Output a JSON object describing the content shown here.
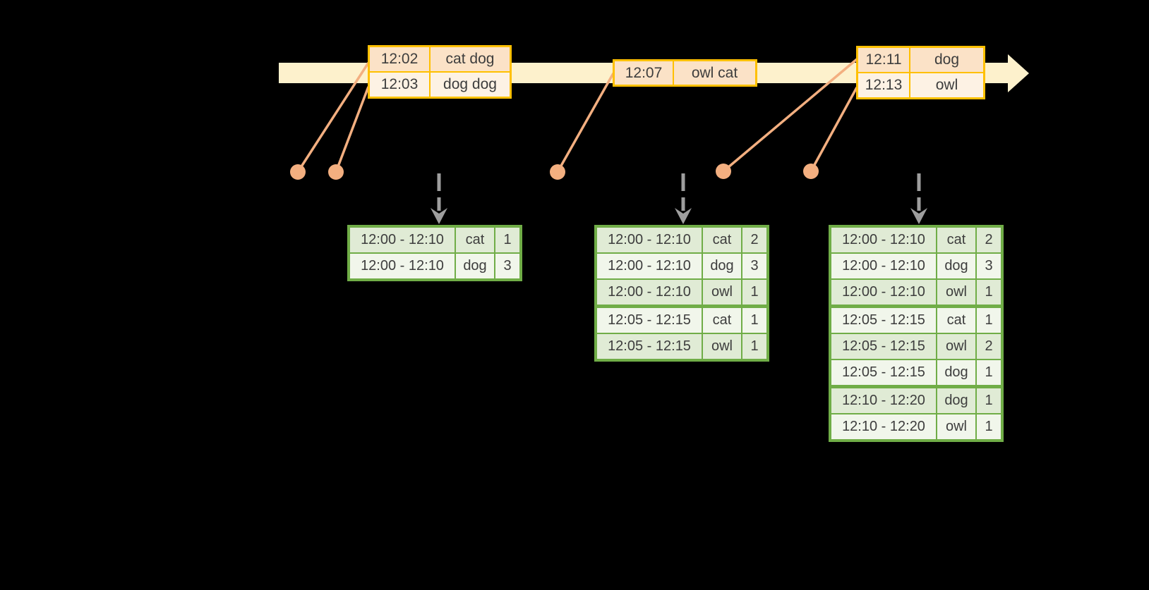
{
  "colors": {
    "background": "#000000",
    "timeline_fill": "#FDF1CC",
    "event_border": "#FFC000",
    "event_row_dark": "#FBE2C7",
    "event_row_light": "#FDF2E4",
    "result_border": "#70AD47",
    "result_row_dark": "#E0EBD5",
    "result_row_light": "#F1F6EB",
    "connector": "#F3AF80",
    "trigger_arrow": "#9E9E9E",
    "text": "#3D3D3D"
  },
  "icons": {
    "timeline": "right-arrow-icon",
    "event_marker": "dot-icon",
    "trigger": "dashed-down-arrow-icon"
  },
  "event_tables": [
    {
      "rows": [
        {
          "time": "12:02",
          "words": "cat dog"
        },
        {
          "time": "12:03",
          "words": "dog dog"
        }
      ]
    },
    {
      "rows": [
        {
          "time": "12:07",
          "words": "owl cat"
        }
      ]
    },
    {
      "rows": [
        {
          "time": "12:11",
          "words": "dog"
        },
        {
          "time": "12:13",
          "words": "owl"
        }
      ]
    }
  ],
  "result_tables": [
    {
      "rows": [
        {
          "window": "12:00 - 12:10",
          "word": "cat",
          "count": "1"
        },
        {
          "window": "12:00 - 12:10",
          "word": "dog",
          "count": "3"
        }
      ]
    },
    {
      "rows": [
        {
          "window": "12:00 - 12:10",
          "word": "cat",
          "count": "2"
        },
        {
          "window": "12:00 - 12:10",
          "word": "dog",
          "count": "3"
        },
        {
          "window": "12:00 - 12:10",
          "word": "owl",
          "count": "1"
        },
        {
          "window": "12:05 - 12:15",
          "word": "cat",
          "count": "1"
        },
        {
          "window": "12:05 - 12:15",
          "word": "owl",
          "count": "1"
        }
      ]
    },
    {
      "rows": [
        {
          "window": "12:00 - 12:10",
          "word": "cat",
          "count": "2"
        },
        {
          "window": "12:00 - 12:10",
          "word": "dog",
          "count": "3"
        },
        {
          "window": "12:00 - 12:10",
          "word": "owl",
          "count": "1"
        },
        {
          "window": "12:05 - 12:15",
          "word": "cat",
          "count": "1"
        },
        {
          "window": "12:05 - 12:15",
          "word": "owl",
          "count": "2"
        },
        {
          "window": "12:05 - 12:15",
          "word": "dog",
          "count": "1"
        },
        {
          "window": "12:10 - 12:20",
          "word": "dog",
          "count": "1"
        },
        {
          "window": "12:10 - 12:20",
          "word": "owl",
          "count": "1"
        }
      ]
    }
  ]
}
